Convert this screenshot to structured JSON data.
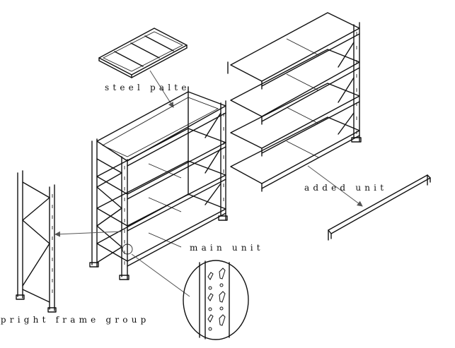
{
  "labels": {
    "steel_pallet": "steel palte",
    "added_unit": "added unit",
    "main_unit": "main unit",
    "upright_frame_group": "upright frame group"
  },
  "colors": {
    "line": "#111111",
    "leader": "#555555",
    "background": "#ffffff"
  }
}
